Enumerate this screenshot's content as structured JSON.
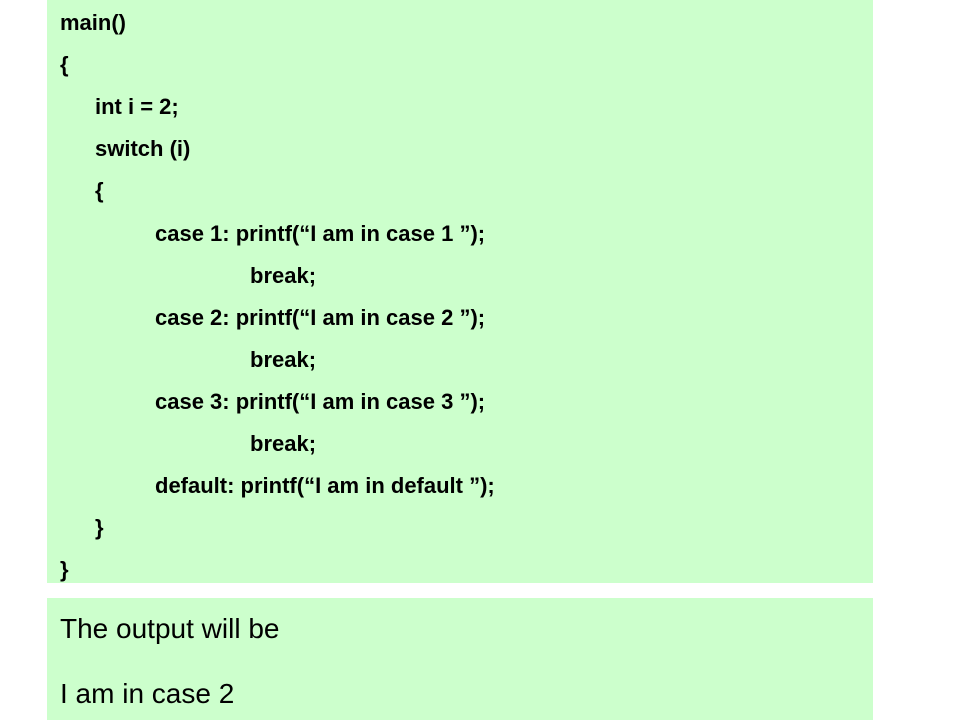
{
  "code": {
    "lines": [
      "main()",
      "{",
      "int i = 2;",
      "switch (i)",
      "{",
      "case 1: printf(“I am in case 1 ”);",
      "break;",
      "case 2: printf(“I am in case 2 ”);",
      "break;",
      "case 3: printf(“I am in case 3 ”);",
      "break;",
      "default: printf(“I am in default ”);",
      "}",
      "}"
    ]
  },
  "output": {
    "heading": "The output will be",
    "result": "I am in case 2"
  },
  "colors": {
    "panel_background": "#ccffcc",
    "text": "#000000"
  }
}
